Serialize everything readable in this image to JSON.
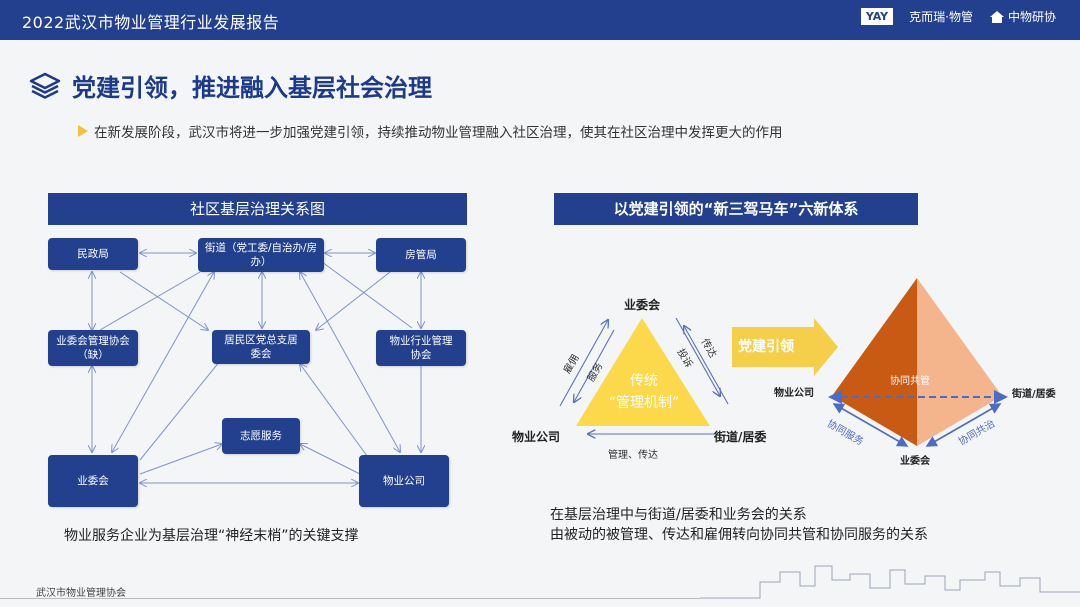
{
  "header": {
    "title": "2022武汉市物业管理行业发展报告",
    "logos": [
      "YAY",
      "克而瑞·物管",
      "中物研协"
    ]
  },
  "main": {
    "heading": "党建引领，推进融入基层社会治理",
    "bullet": "在新发展阶段，武汉市将进一步加强党建引领，持续推动物业管理融入社区治理，使其在社区治理中发挥更大的作用"
  },
  "left_diagram": {
    "title": "社区基层治理关系图",
    "nodes": {
      "civil_affairs": "民政局",
      "street": "街道（党工委/自治办/房办）",
      "housing": "房管局",
      "owners_assoc": "业委会管理协会（缺）",
      "party_branch": "居民区党总支居委会",
      "industry_assoc": "物业行业管理协会",
      "volunteer": "志愿服务",
      "owners_committee": "业委会",
      "property_company": "物业公司"
    },
    "caption": "物业服务企业为基层治理“神经末梢”的关键支撑"
  },
  "right_diagram": {
    "title": "以党建引领的“新三驾马车”六新体系",
    "triangle": {
      "center_line1": "传统",
      "center_line2": "“管理机制”",
      "top": "业委会",
      "left": "物业公司",
      "right": "街道/居委",
      "edge_left_outer": "雇佣",
      "edge_left_inner": "服务",
      "edge_right_outer": "传达",
      "edge_right_inner": "投诉",
      "edge_bottom": "管理、传达"
    },
    "arrow_label": "党建引领",
    "pyramid": {
      "center": "协同共管",
      "left": "物业公司",
      "right": "街道/居委",
      "bottom": "业委会",
      "edge_left": "协同服务",
      "edge_right": "协同共治"
    },
    "caption_line1": "在基层治理中与街道/居委和业务会的关系",
    "caption_line2": "由被动的被管理、传达和雇佣转向协同共管和协同服务的关系"
  },
  "footer": {
    "org": "武汉市物业管理协会"
  },
  "colors": {
    "primary": "#23408e",
    "triangle": "#fbd94a",
    "pyramid_dark": "#c95a14",
    "pyramid_light": "#f4b48c",
    "arrow": "#f6cf4a"
  }
}
